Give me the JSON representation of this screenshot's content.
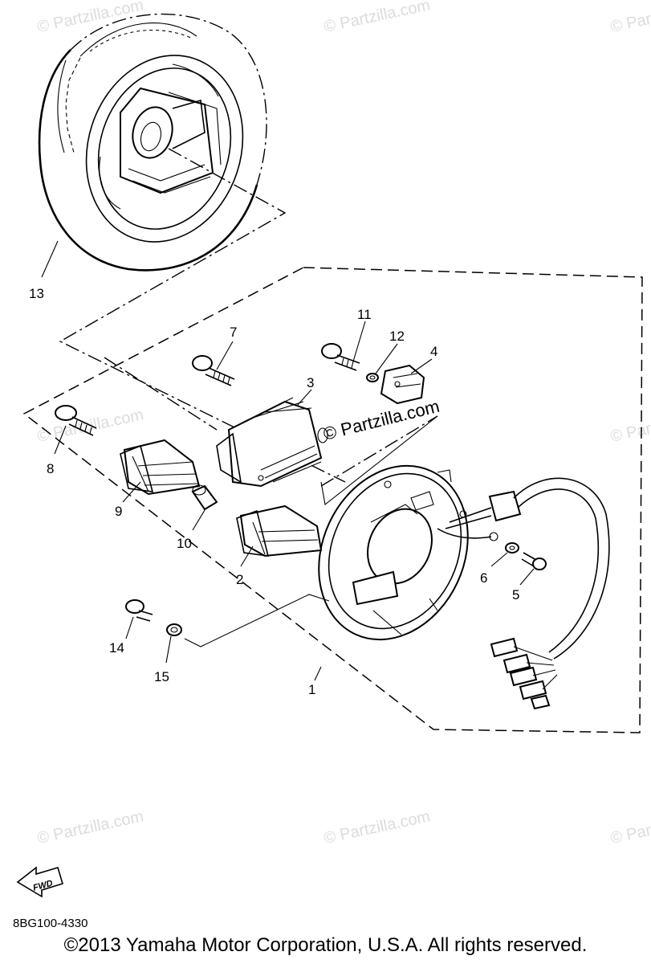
{
  "watermark": "© Partzilla.com",
  "parts": [
    {
      "number": "1"
    },
    {
      "number": "2"
    },
    {
      "number": "3"
    },
    {
      "number": "4"
    },
    {
      "number": "5"
    },
    {
      "number": "6"
    },
    {
      "number": "7"
    },
    {
      "number": "8"
    },
    {
      "number": "9"
    },
    {
      "number": "10"
    },
    {
      "number": "11"
    },
    {
      "number": "12"
    },
    {
      "number": "13"
    },
    {
      "number": "14"
    },
    {
      "number": "15"
    }
  ],
  "fwd_arrow": {
    "label": "FWD",
    "icon": "fwd-arrow-icon"
  },
  "diagram_code": "8BG100-4330",
  "copyright": "©2013 Yamaha Motor Corporation, U.S.A. All rights reserved."
}
